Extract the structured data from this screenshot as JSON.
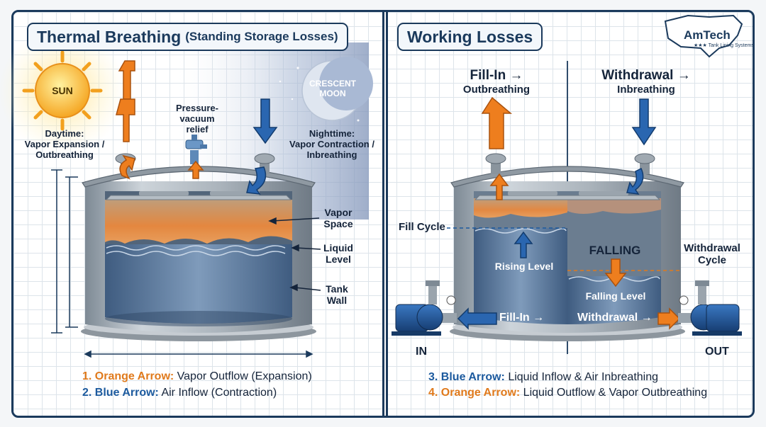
{
  "thermal": {
    "title": "Thermal Breathing",
    "subtitle": "(Standing Storage Losses)",
    "sun": "SUN",
    "moon_line1": "CRESCENT",
    "moon_line2": "MOON",
    "daytime_line1": "Daytime:",
    "daytime_line2": "Vapor Expansion /",
    "daytime_line3": "Outbreathing",
    "pv_line1": "Pressure-",
    "pv_line2": "vacuum",
    "pv_line3": "relief",
    "night_line1": "Nighttime:",
    "night_line2": "Vapor Contraction /",
    "night_line3": "Inbreathing",
    "vapor_line1": "Vapor",
    "vapor_line2": "Space",
    "liquid_line1": "Liquid",
    "liquid_line2": "Level",
    "wall_line1": "Tank",
    "wall_line2": "Wall",
    "legend1_key": "1. Orange Arrow:",
    "legend1_text": "Vapor Outflow (Expansion)",
    "legend2_key": "2. Blue Arrow:",
    "legend2_text": "Air Inflow (Contraction)"
  },
  "working": {
    "title": "Working Losses",
    "fill_in_line1": "Fill-In →",
    "fill_in_line2": "Outbreathing",
    "withdrawal_line1": "Withdrawal →",
    "withdrawal_line2": "Inbreathing",
    "fill_cycle": "Fill Cycle",
    "rising_level": "Rising Level",
    "falling": "FALLING",
    "falling_level": "Falling Level",
    "withdrawal_cycle_line1": "Withdrawal",
    "withdrawal_cycle_line2": "Cycle",
    "fill_in_flow": "Fill-In →",
    "withdrawal_flow": "Withdrawal →",
    "in_label": "IN",
    "out_label": "OUT",
    "legend3_key": "3. Blue Arrow:",
    "legend3_text": "Liquid Inflow & Air Inbreathing",
    "legend4_key": "4. Orange Arrow:",
    "legend4_text": "Liquid Outflow & Vapor Outbreathing"
  },
  "logo": {
    "name": "AmTech",
    "tagline": "★★★ Tank Lining Systems"
  },
  "colors": {
    "orange": "#e07a1c",
    "blue": "#1c5a9e",
    "navy": "#1b3a5c",
    "steel": "#9aa4ad"
  }
}
